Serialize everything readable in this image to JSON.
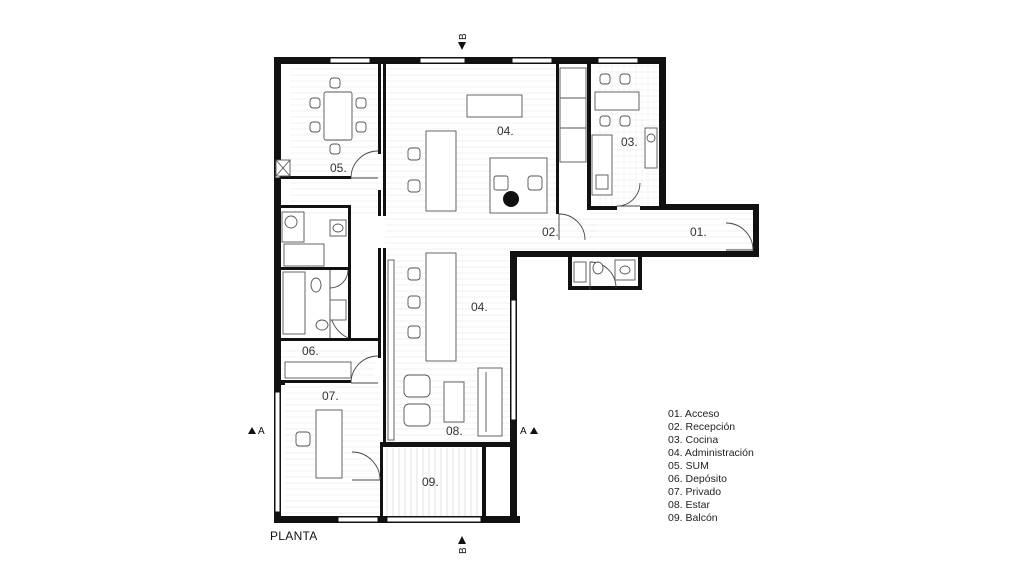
{
  "drawing": {
    "title": "PLANTA",
    "rooms": {
      "acceso": "01.",
      "recepcion": "02.",
      "cocina": "03.",
      "admin_top": "04.",
      "admin_bottom": "04.",
      "sum": "05.",
      "deposito": "06.",
      "privado": "07.",
      "estar": "08.",
      "balcon": "09."
    },
    "section_marks": {
      "b_top": "B",
      "b_bottom": "B",
      "a_left": "A",
      "a_right": "A"
    }
  },
  "legend": {
    "items": [
      "01. Acceso",
      "02. Recepción",
      "03. Cocina",
      "04. Administración",
      "05. SUM",
      "06. Depósito",
      "07. Privado",
      "08. Estar",
      "09. Balcón"
    ]
  },
  "colors": {
    "wall": "#111111",
    "furniture": "#555555",
    "hatch": "#cfcfcf"
  }
}
